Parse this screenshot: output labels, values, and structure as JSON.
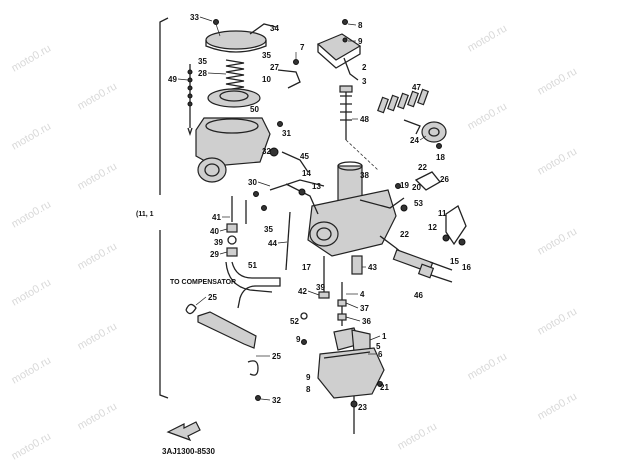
{
  "watermark": "moto0.ru",
  "bracket_label": "(11, 1",
  "compensator_label": "TO COMPENSATOR",
  "diagram_code": "3AJ1300-8530",
  "callouts": [
    {
      "id": "c33",
      "label": "33"
    },
    {
      "id": "c34",
      "label": "34"
    },
    {
      "id": "c35a",
      "label": "35"
    },
    {
      "id": "c35b",
      "label": "35"
    },
    {
      "id": "c49",
      "label": "49"
    },
    {
      "id": "c28",
      "label": "28"
    },
    {
      "id": "c50",
      "label": "50"
    },
    {
      "id": "c7",
      "label": "7"
    },
    {
      "id": "c27",
      "label": "27"
    },
    {
      "id": "c10",
      "label": "10"
    },
    {
      "id": "c8a",
      "label": "8"
    },
    {
      "id": "c9a",
      "label": "9"
    },
    {
      "id": "c2",
      "label": "2"
    },
    {
      "id": "c3",
      "label": "3"
    },
    {
      "id": "c47",
      "label": "47"
    },
    {
      "id": "c48",
      "label": "48"
    },
    {
      "id": "c24",
      "label": "24"
    },
    {
      "id": "c18",
      "label": "18"
    },
    {
      "id": "c31",
      "label": "31"
    },
    {
      "id": "c32a",
      "label": "32"
    },
    {
      "id": "c45",
      "label": "45"
    },
    {
      "id": "c30",
      "label": "30"
    },
    {
      "id": "c14",
      "label": "14"
    },
    {
      "id": "c13",
      "label": "13"
    },
    {
      "id": "c38",
      "label": "38"
    },
    {
      "id": "c22a",
      "label": "22"
    },
    {
      "id": "c19",
      "label": "19"
    },
    {
      "id": "c20",
      "label": "20"
    },
    {
      "id": "c26",
      "label": "26"
    },
    {
      "id": "c53",
      "label": "53"
    },
    {
      "id": "c11",
      "label": "11"
    },
    {
      "id": "c12",
      "label": "12"
    },
    {
      "id": "c41",
      "label": "41"
    },
    {
      "id": "c35c",
      "label": "35"
    },
    {
      "id": "c40",
      "label": "40"
    },
    {
      "id": "c39a",
      "label": "39"
    },
    {
      "id": "c44",
      "label": "44"
    },
    {
      "id": "c22b",
      "label": "22"
    },
    {
      "id": "c29",
      "label": "29"
    },
    {
      "id": "c17",
      "label": "17"
    },
    {
      "id": "c43",
      "label": "43"
    },
    {
      "id": "c51",
      "label": "51"
    },
    {
      "id": "c15",
      "label": "15"
    },
    {
      "id": "c16",
      "label": "16"
    },
    {
      "id": "c42",
      "label": "42"
    },
    {
      "id": "c39b",
      "label": "39"
    },
    {
      "id": "c46",
      "label": "46"
    },
    {
      "id": "c25a",
      "label": "25"
    },
    {
      "id": "c4",
      "label": "4"
    },
    {
      "id": "c37",
      "label": "37"
    },
    {
      "id": "c52",
      "label": "52"
    },
    {
      "id": "c36",
      "label": "36"
    },
    {
      "id": "c9b",
      "label": "9"
    },
    {
      "id": "c1",
      "label": "1"
    },
    {
      "id": "c5",
      "label": "5"
    },
    {
      "id": "c6",
      "label": "6"
    },
    {
      "id": "c25b",
      "label": "25"
    },
    {
      "id": "c9c",
      "label": "9"
    },
    {
      "id": "c8b",
      "label": "8"
    },
    {
      "id": "c21",
      "label": "21"
    },
    {
      "id": "c23",
      "label": "23"
    },
    {
      "id": "c32b",
      "label": "32"
    }
  ]
}
